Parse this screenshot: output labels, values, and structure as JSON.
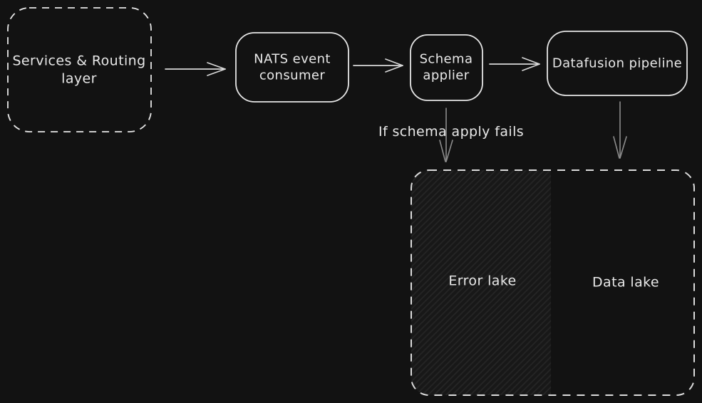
{
  "diagram": {
    "nodes": {
      "services": {
        "line1": "Services & Routing",
        "line2": "layer"
      },
      "nats": {
        "line1": "NATS event",
        "line2": "consumer"
      },
      "schema": {
        "line1": "Schema",
        "line2": "applier"
      },
      "datafusion": {
        "label": "Datafusion pipeline"
      },
      "error_lake": {
        "label": "Error lake"
      },
      "data_lake": {
        "label": "Data lake"
      }
    },
    "annotations": {
      "schema_fail": "If schema apply fails"
    },
    "colors": {
      "background": "#121212",
      "shape_stroke": "#e6e6e6",
      "text": "#e8e8e8",
      "arrow_light": "#d9d9d9",
      "arrow_gray": "#8c8c8c",
      "hatch_background": "#181818",
      "hatch_line": "#262626"
    }
  }
}
